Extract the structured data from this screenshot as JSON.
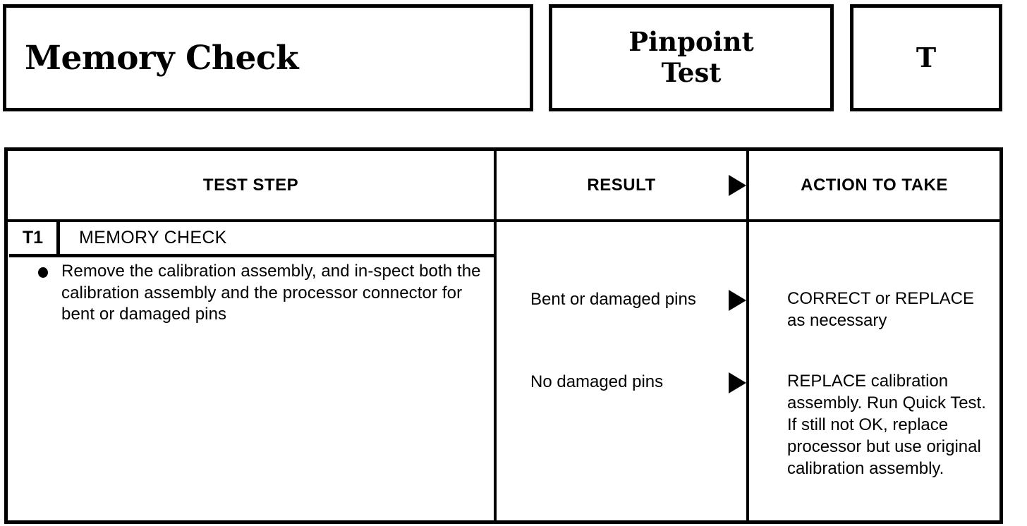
{
  "header": {
    "title": "Memory Check",
    "pinpoint_line_1": "Pinpoint",
    "pinpoint_line_2": "Test",
    "test_code": "T"
  },
  "table": {
    "columns": {
      "test_step": "TEST STEP",
      "result": "RESULT",
      "action": "ACTION TO TAKE"
    },
    "step": {
      "id": "T1",
      "name": "MEMORY CHECK",
      "bullets": [
        "Remove the calibration assembly, and in-spect both the calibration assembly and the processor connector for bent or damaged pins"
      ]
    },
    "rows": [
      {
        "result": "Bent or damaged pins",
        "action": "CORRECT or REPLACE as necessary"
      },
      {
        "result": "No damaged pins",
        "action": "REPLACE calibration assembly. Run Quick Test. If still not OK, replace processor but use original calibration assembly."
      }
    ]
  },
  "icons": {
    "arrow": "right-triangle"
  },
  "colors": {
    "ink": "#000000",
    "paper": "#ffffff"
  }
}
